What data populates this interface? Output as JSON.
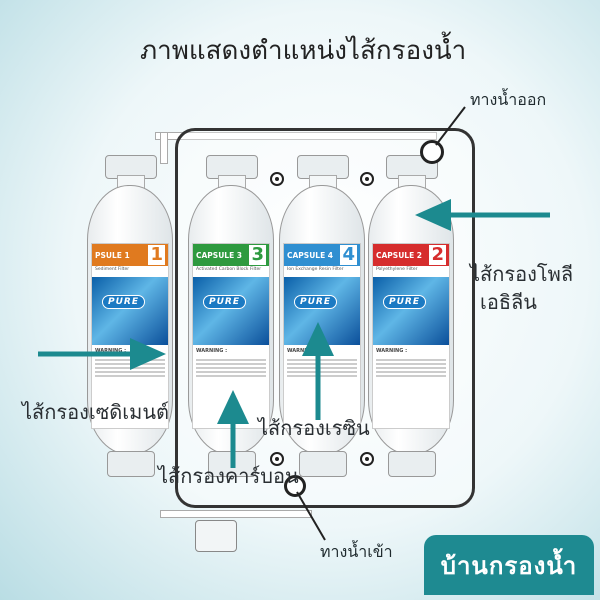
{
  "title": "ภาพแสดงตำแหน่งไส้กรองน้ำ",
  "labels": {
    "outlet": "ทางน้ำออก",
    "inlet": "ทางน้ำเข้า",
    "polyethylene": "ไส้กรองโพลีเอธิลีน",
    "polyethylene_l1": "ไส้กรองโพลี",
    "polyethylene_l2": "เอธิลีน",
    "sediment": "ไส้กรองเซดิเมนต์",
    "resin": "ไส้กรองเรซิน",
    "carbon": "ไส้กรองคาร์บอน"
  },
  "brand": "บ้านกรองน้ำ",
  "filters": [
    {
      "name": "PSULE 1",
      "num": "1",
      "sub": "Sediment Filter",
      "color": "#e07a1f"
    },
    {
      "name": "CAPSULE 3",
      "num": "3",
      "sub": "Activated Carbon Block Filter",
      "color": "#2e9a3f"
    },
    {
      "name": "CAPSULE 4",
      "num": "4",
      "sub": "Ion Exchange Resin Filter",
      "color": "#2f8fd1"
    },
    {
      "name": "CAPSULE 2",
      "num": "2",
      "sub": "Polyethylene Filter",
      "color": "#d62d2d"
    }
  ],
  "product_mark": "PURE",
  "warning": "WARNING :",
  "colors": {
    "arrow": "#1c8a8f",
    "frame": "#333333"
  }
}
